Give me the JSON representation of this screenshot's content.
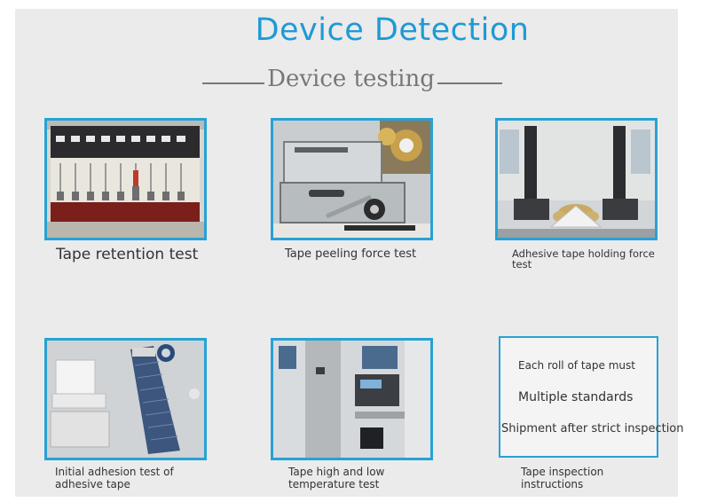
{
  "header": {
    "title": "Device Detection",
    "subtitle": "Device testing"
  },
  "tests": [
    {
      "caption": "Tape retention test"
    },
    {
      "caption": "Tape peeling force test"
    },
    {
      "caption_line1": "Adhesive tape holding force",
      "caption_line2": "test"
    },
    {
      "caption_line1": "Initial adhesion test of",
      "caption_line2": "adhesive tape"
    },
    {
      "caption_line1": "Tape high and low",
      "caption_line2": "temperature test"
    }
  ],
  "inspection": {
    "lines": [
      "Each roll of tape must",
      "Multiple standards",
      "Shipment after strict inspection"
    ],
    "caption_line1": "Tape inspection",
    "caption_line2": "instructions"
  },
  "colors": {
    "title": "#1e9ad6",
    "frame": "#27a2d5",
    "background": "#ebebeb",
    "subtitle": "#777777"
  }
}
